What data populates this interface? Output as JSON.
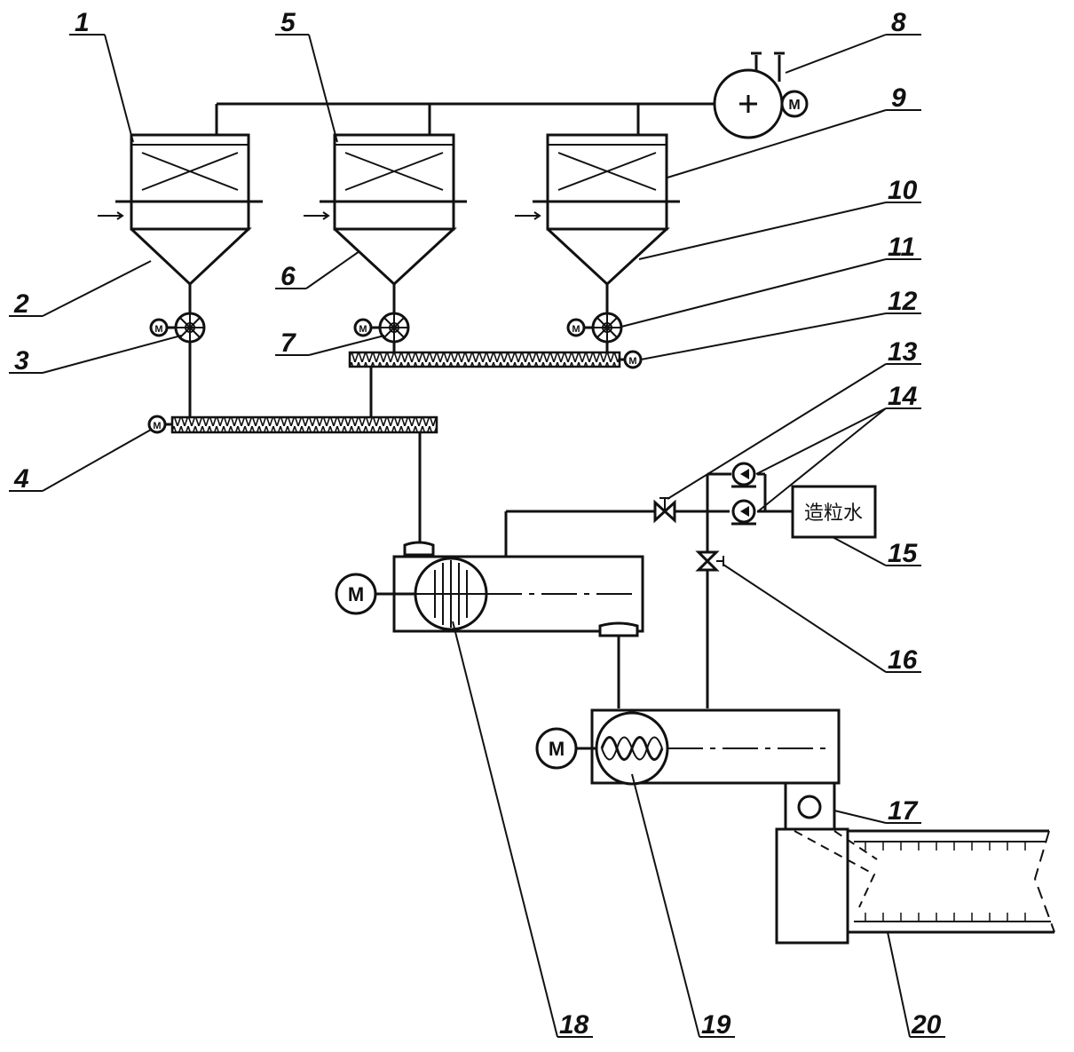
{
  "labels": [
    "1",
    "2",
    "3",
    "4",
    "5",
    "6",
    "7",
    "8",
    "9",
    "10",
    "11",
    "12",
    "13",
    "14",
    "15",
    "16",
    "17",
    "18",
    "19",
    "20"
  ],
  "tank15_text": "造粒水",
  "motor_letter": "M"
}
